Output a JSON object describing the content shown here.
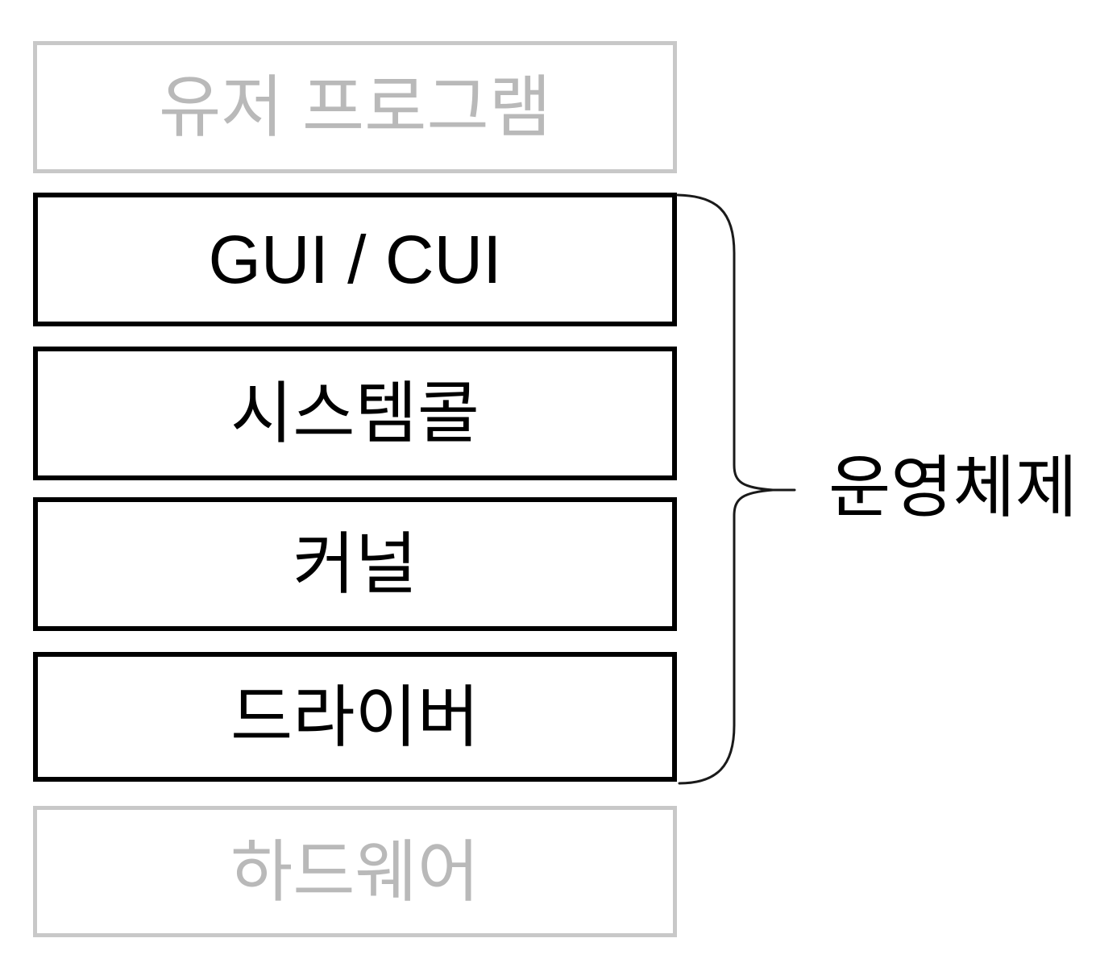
{
  "diagram": {
    "title": "os-architecture-layers",
    "layers": [
      {
        "id": "user-program",
        "label": "유저 프로그램",
        "emphasis": "muted"
      },
      {
        "id": "gui-cui",
        "label": "GUI / CUI",
        "emphasis": "strong"
      },
      {
        "id": "system-call",
        "label": "시스템콜",
        "emphasis": "strong"
      },
      {
        "id": "kernel",
        "label": "커널",
        "emphasis": "strong"
      },
      {
        "id": "driver",
        "label": "드라이버",
        "emphasis": "strong"
      },
      {
        "id": "hardware",
        "label": "하드웨어",
        "emphasis": "muted"
      }
    ],
    "group": {
      "label": "운영체제",
      "spans_layers": [
        "gui-cui",
        "system-call",
        "kernel",
        "driver"
      ]
    },
    "colors": {
      "strong_border": "#000000",
      "strong_text": "#000000",
      "muted_border": "#C8C8C8",
      "muted_text": "#B9B9B9",
      "brace": "#1A1A1A",
      "background": "#FFFFFF"
    }
  }
}
